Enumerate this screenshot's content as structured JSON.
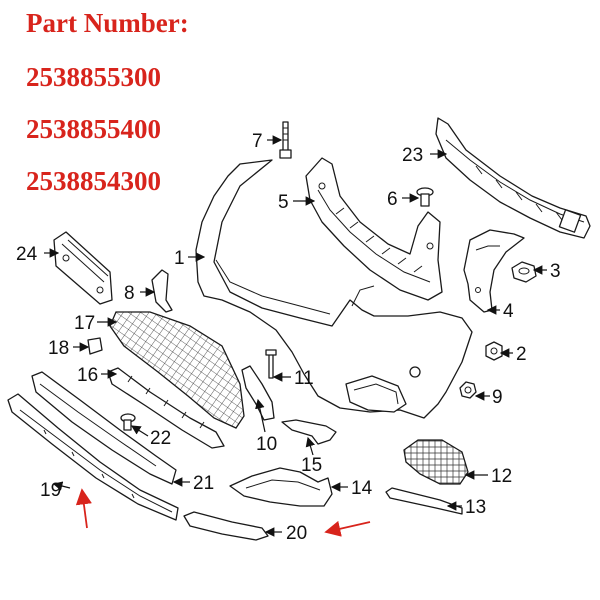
{
  "header": {
    "title": "Part Number:",
    "numbers": [
      "2538855300",
      "2538855400",
      "2538854300"
    ]
  },
  "callouts": [
    "1",
    "2",
    "3",
    "4",
    "5",
    "6",
    "7",
    "8",
    "9",
    "10",
    "11",
    "12",
    "13",
    "14",
    "15",
    "16",
    "17",
    "18",
    "19",
    "20",
    "21",
    "22",
    "23",
    "24"
  ],
  "colors": {
    "header_text": "#d8241c",
    "highlight_arrow": "#d8241c",
    "line": "#1a1a1a"
  }
}
